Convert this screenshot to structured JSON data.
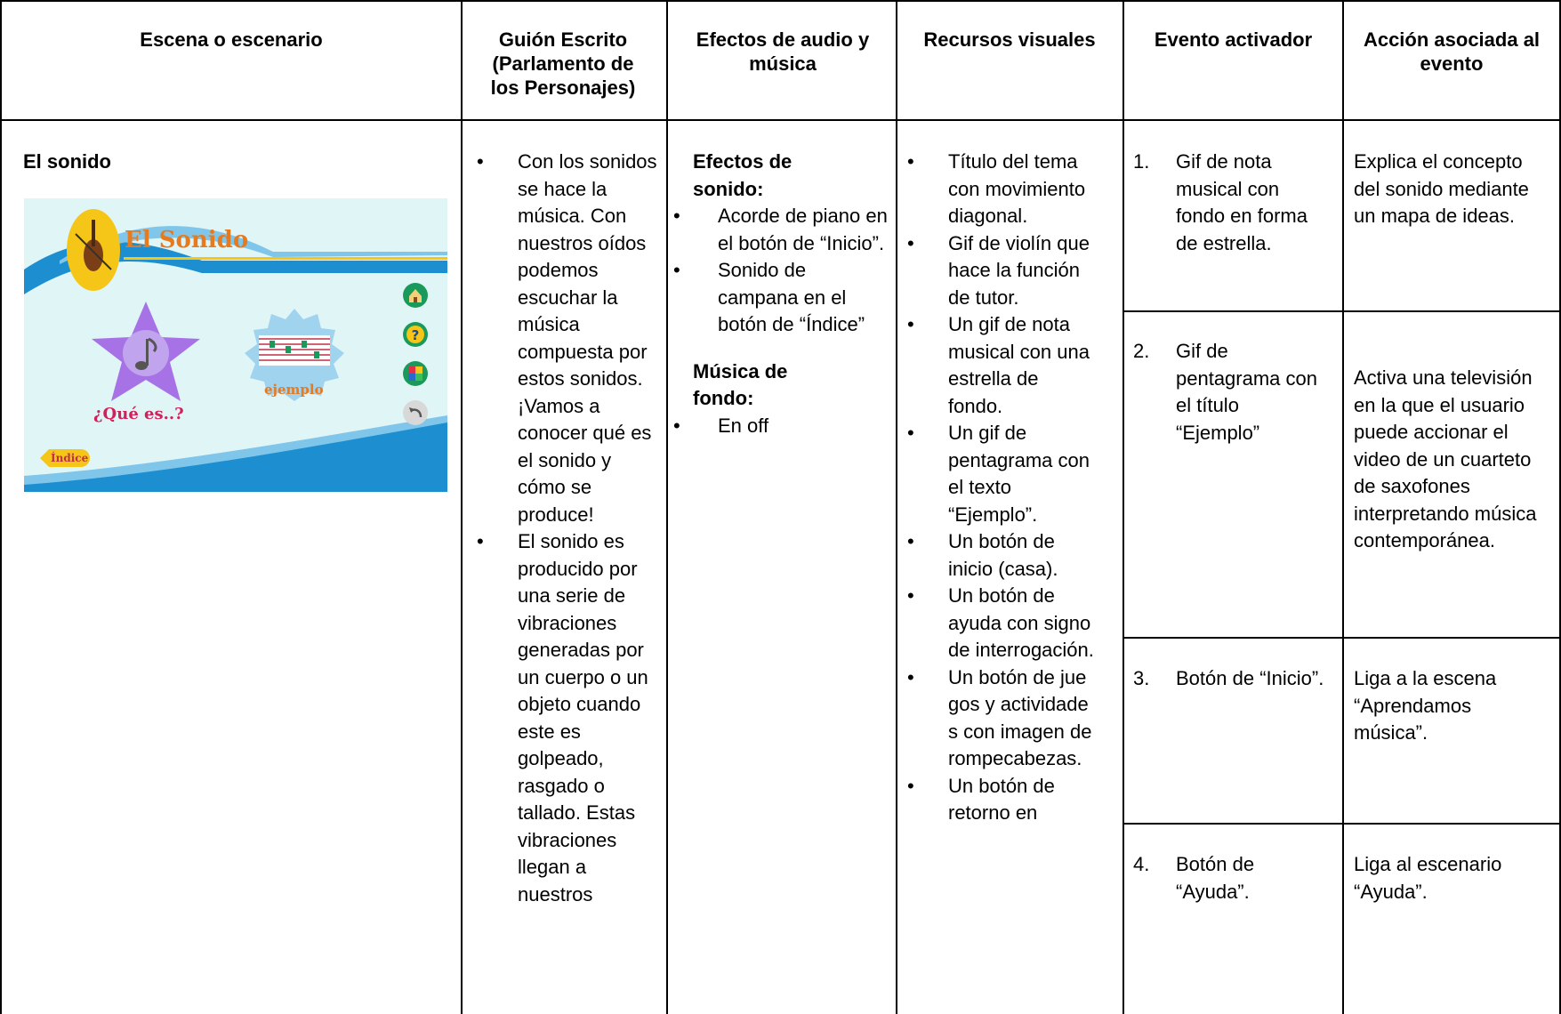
{
  "headers": {
    "escena": "Escena o escenario",
    "guion": "Guión Escrito (Parlamento de los Personajes)",
    "efectos": "Efectos de audio y música",
    "recursos": "Recursos visuales",
    "evento": "Evento activador",
    "accion": "Acción asociada al evento"
  },
  "scene": {
    "title": "El sonido",
    "thumbnail": {
      "title": "El Sonido",
      "what_label": "¿Qué es..?",
      "example_label": "ejemplo",
      "index_label": "Índice",
      "icons": [
        "violin-icon",
        "home-icon",
        "help-icon",
        "puzzle-icon",
        "return-icon",
        "music-note-icon",
        "staff-icon"
      ]
    }
  },
  "guion": [
    "Con los sonidos se hace la música. Con nuestros oídos podemos escuchar la música compuesta por estos sonidos. ¡Vamos a conocer qué es el sonido y cómo se produce!",
    "El sonido es producido por una serie de vibraciones generadas por un cuerpo o un objeto cuando este es golpeado, rasgado o tallado. Estas vibraciones llegan a nuestros"
  ],
  "efectos": {
    "sonido_label": "Efectos de sonido:",
    "sonido": [
      "Acorde de piano en el botón de “Inicio”.",
      "Sonido de campana en el botón de “Índice”"
    ],
    "musica_label": "Música de fondo:",
    "musica": [
      "En off"
    ]
  },
  "recursos": [
    "Título del tema con movimiento diagonal.",
    "Gif de violín que hace la función de tutor.",
    "Un gif de nota musical con una estrella de fondo.",
    "Un gif de pentagrama con el texto “Ejemplo”.",
    "Un botón de inicio (casa).",
    "Un botón de ayuda con signo de interrogación.",
    "Un botón de juegos y actividades con imagen de rompecabezas.",
    "Un botón de retorno en"
  ],
  "eventos": [
    {
      "num": "1.",
      "evento": "Gif de nota musical con fondo en forma de estrella.",
      "accion": "Explica el concepto del sonido mediante un mapa de ideas."
    },
    {
      "num": "2.",
      "evento": "Gif de pentagrama con el título “Ejemplo”",
      "accion": "Activa una televisión en la que el usuario puede accionar el video de un cuarteto de saxofones interpretando música contemporánea."
    },
    {
      "num": "3.",
      "evento": "Botón de “Inicio”.",
      "accion": "Liga a la escena “Aprendamos música”."
    },
    {
      "num": "4.",
      "evento": "Botón de “Ayuda”.",
      "accion": "Liga al escenario “Ayuda”."
    }
  ],
  "colors": {
    "thumb_bg": "#dff5f6",
    "swoosh_blue": "#1d8fd0",
    "title_orange": "#e87a1e",
    "star_violet": "#a672e6",
    "label_red": "#d4205a",
    "gear_blue": "#9fd3ee"
  }
}
